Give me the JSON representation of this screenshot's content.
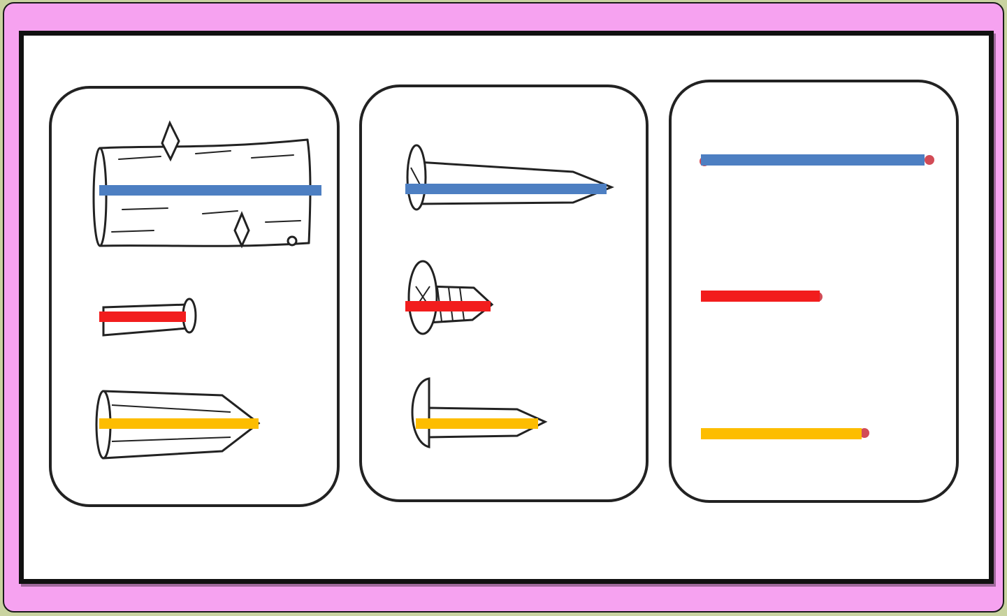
{
  "colors": {
    "frame_background": "#f6a2f0",
    "board_background": "#ffffff",
    "outline": "#222222",
    "blue_line": "#4d7fc2",
    "red_line": "#f21d1d",
    "yellow_line": "#fdbd00",
    "endpoint_marker": "#d24b56"
  },
  "panels": [
    {
      "objects": [
        "wooden-log",
        "short-peg",
        "wall-plug"
      ]
    },
    {
      "objects": [
        "long-nail",
        "screw",
        "round-head-screw"
      ]
    },
    {
      "objects": [
        "blue-reference-line",
        "red-reference-line",
        "yellow-reference-line"
      ]
    }
  ],
  "lines": [
    "blue",
    "red",
    "yellow"
  ]
}
